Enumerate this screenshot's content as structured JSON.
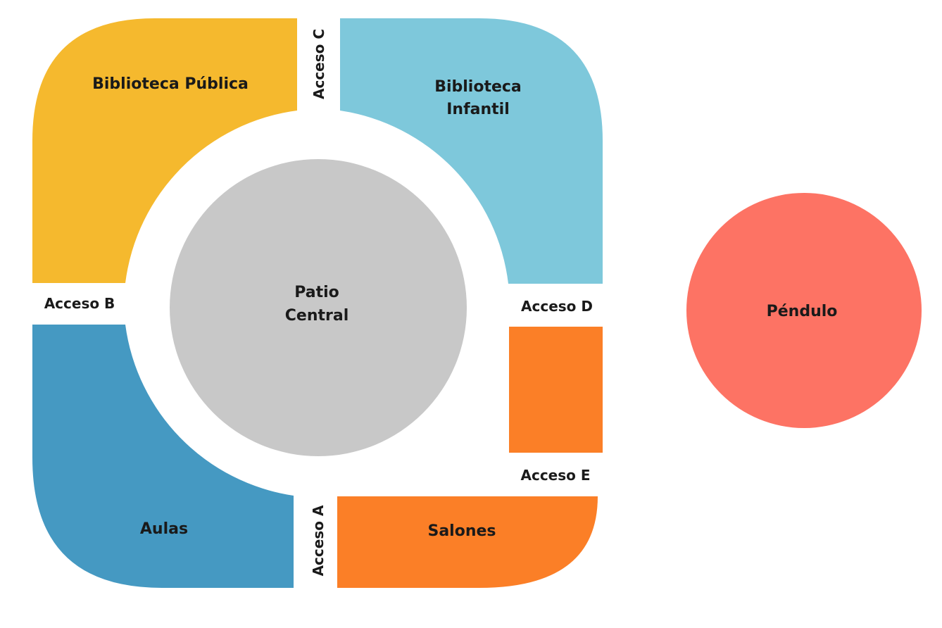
{
  "colors": {
    "biblioteca_publica": "#F5B92E",
    "biblioteca_infantil": "#7EC8DB",
    "aulas": "#4599C2",
    "salones": "#FB7F27",
    "area_e": "#FB7F27",
    "patio": "#C8C8C8",
    "pendulo": "#FD7364",
    "background": "#FFFFFF"
  },
  "zones": {
    "biblioteca_publica": "Biblioteca Pública",
    "biblioteca_infantil_1": "Biblioteca",
    "biblioteca_infantil_2": "Infantil",
    "aulas": "Aulas",
    "salones": "Salones",
    "patio_1": "Patio",
    "patio_2": "Central",
    "pendulo": "Péndulo"
  },
  "accesses": {
    "a": "Acceso A",
    "b": "Acceso B",
    "c": "Acceso C",
    "d": "Acceso D",
    "e": "Acceso E"
  }
}
